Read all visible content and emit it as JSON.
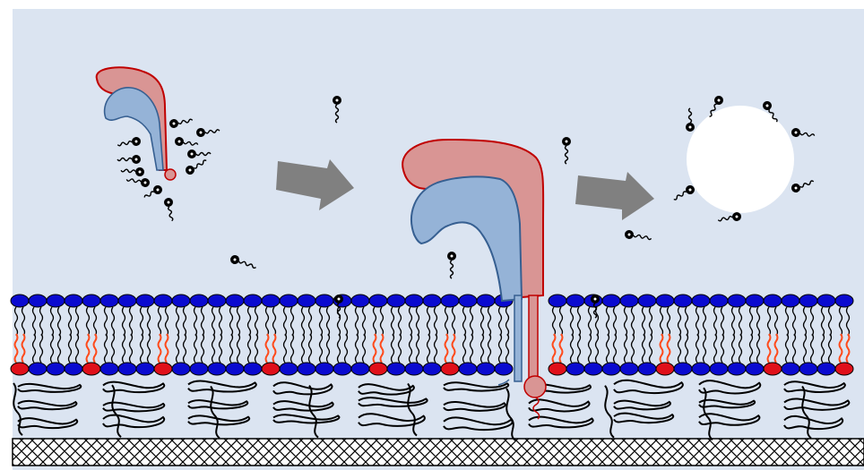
{
  "diagram": {
    "colors": {
      "background": "#dbe4f1",
      "lipid_head": "#0a0ad0",
      "special_lipid_head": "#e0101a",
      "special_lipid_tail": "#ff4a1a",
      "protein_red_fill": "#d99594",
      "protein_red_stroke": "#c00000",
      "protein_blue_fill": "#95b3d7",
      "protein_blue_stroke": "#365f91",
      "arrow": "#808080",
      "vesicle": "#ffffff",
      "amphiphile": "#000000",
      "support_hatch": "#000000"
    },
    "icons": [
      "small-protein-with-amphiphiles",
      "process-arrow",
      "inserted-membrane-protein",
      "process-arrow",
      "vesicle-with-amphiphiles",
      "lipid-bilayer",
      "polymer-cushion",
      "solid-support"
    ]
  }
}
